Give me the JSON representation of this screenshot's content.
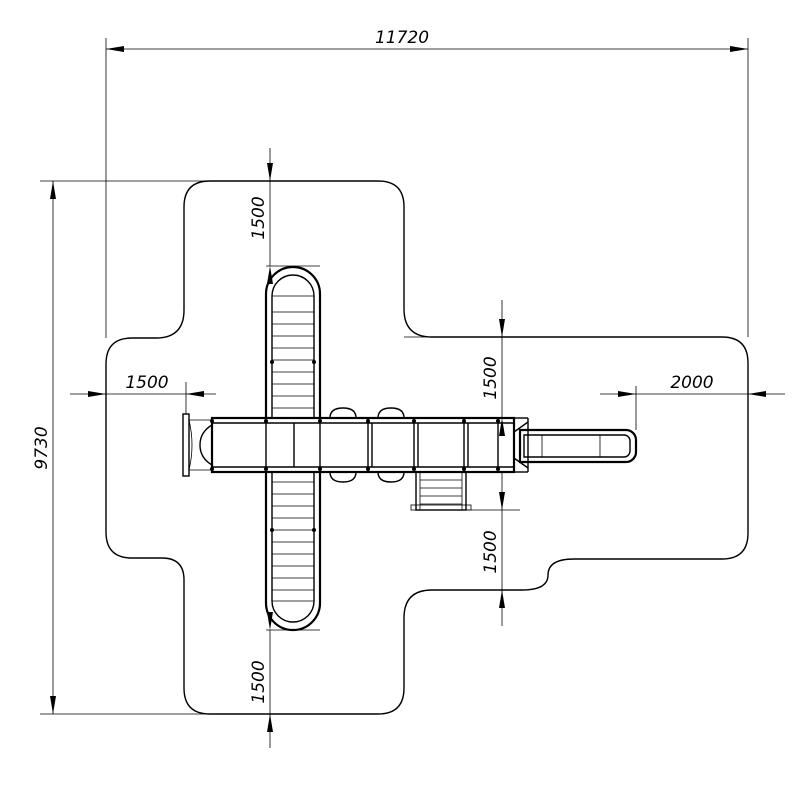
{
  "dimensions": {
    "total_width": "11720",
    "total_height": "9730",
    "left_clearance": "1500",
    "top_clearance": "1500",
    "bottom_clearance": "1500",
    "right_clearance": "2000",
    "step_upper_clearance": "1500",
    "step_lower_clearance": "1500"
  }
}
